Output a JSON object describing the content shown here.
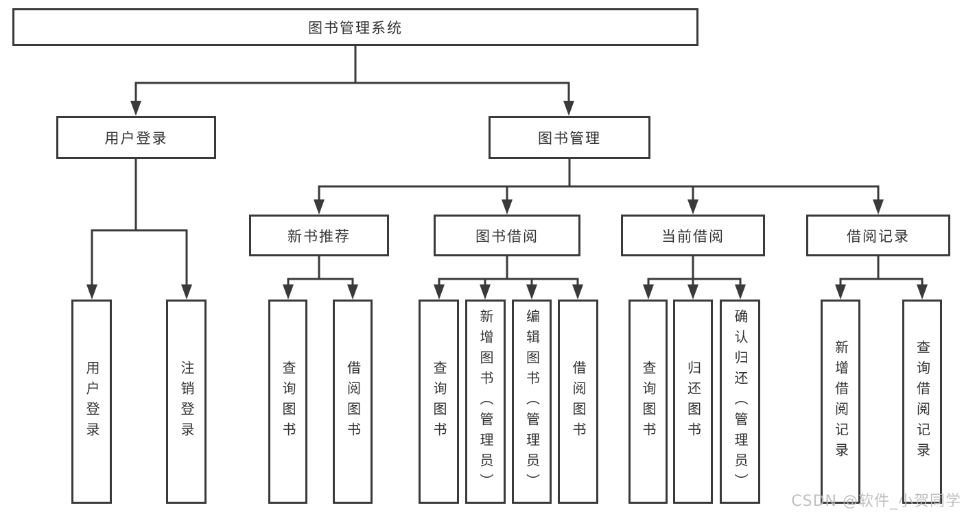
{
  "diagram": {
    "root": {
      "label": "图书管理系统"
    },
    "level2": [
      {
        "label": "用户登录",
        "parent": "图书管理系统"
      },
      {
        "label": "图书管理",
        "parent": "图书管理系统"
      }
    ],
    "level3": [
      {
        "label": "新书推荐",
        "parent": "图书管理"
      },
      {
        "label": "图书借阅",
        "parent": "图书管理"
      },
      {
        "label": "当前借阅",
        "parent": "图书管理"
      },
      {
        "label": "借阅记录",
        "parent": "图书管理"
      }
    ],
    "leaves": [
      {
        "label": "用户登录",
        "parent": "用户登录"
      },
      {
        "label": "注销登录",
        "parent": "用户登录"
      },
      {
        "label": "查询图书",
        "parent": "新书推荐"
      },
      {
        "label": "借阅图书",
        "parent": "新书推荐"
      },
      {
        "label": "查询图书",
        "parent": "图书借阅"
      },
      {
        "label": "新增图书（管理员）",
        "parent": "图书借阅"
      },
      {
        "label": "编辑图书（管理员）",
        "parent": "图书借阅"
      },
      {
        "label": "借阅图书",
        "parent": "图书借阅"
      },
      {
        "label": "查询图书",
        "parent": "当前借阅"
      },
      {
        "label": "归还图书",
        "parent": "当前借阅"
      },
      {
        "label": "确认归还（管理员）",
        "parent": "当前借阅"
      },
      {
        "label": "新增借阅记录",
        "parent": "借阅记录"
      },
      {
        "label": "查询借阅记录",
        "parent": "借阅记录"
      }
    ],
    "watermark": "CSDN @软件_小贺同学",
    "colors": {
      "line": "#3a3a3a",
      "box_border": "#3a3a3a",
      "text": "#333333",
      "background": "#ffffff",
      "watermark": "#b9b9b9"
    }
  }
}
